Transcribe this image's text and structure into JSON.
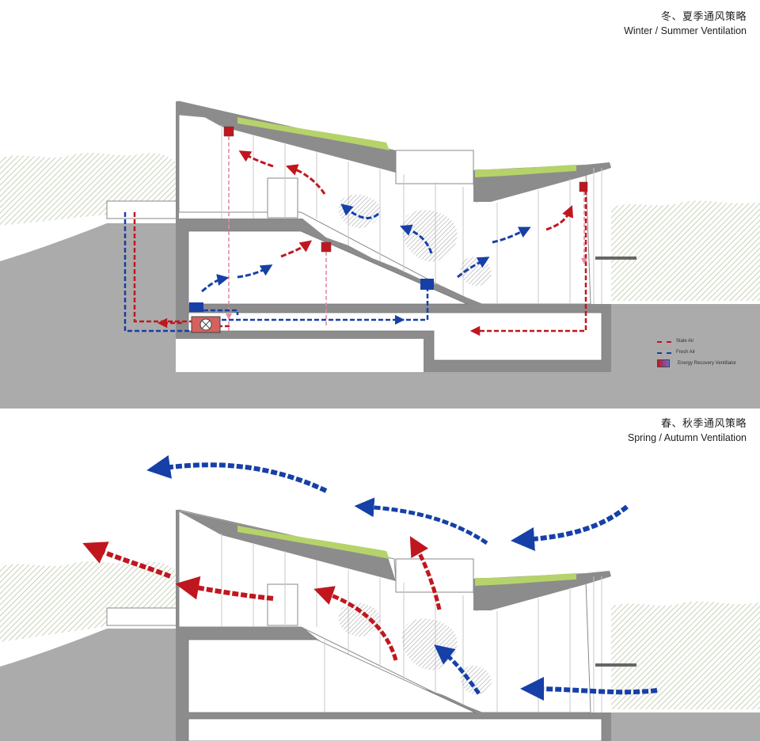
{
  "top": {
    "title_cn": "冬、夏季通风策略",
    "title_en": "Winter / Summer Ventilation"
  },
  "bottom": {
    "title_cn": "春、秋季通风策略",
    "title_en": "Spring / Autumn Ventilation"
  },
  "legend": {
    "stale": "Stale Air",
    "fresh": "Fresh Air",
    "erv": "Energy Recovery Ventillator"
  },
  "colors": {
    "stale": "#c0171f",
    "fresh": "#1640a8",
    "ground": "#ababab",
    "wall": "#8c8c8c",
    "roof_green": "#b5d36a",
    "tree": "#c8d2b6"
  }
}
